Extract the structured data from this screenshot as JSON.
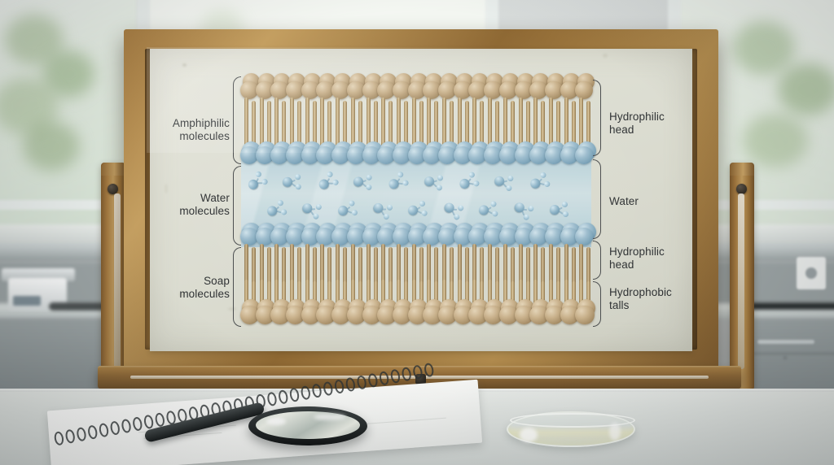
{
  "scene": {
    "title": "Soap bilayer diagram on wooden easel board in a laboratory"
  },
  "poster": {
    "labels_left": [
      {
        "id": "amphiphilic",
        "line1": "Amphiphilic",
        "line2": "molecules"
      },
      {
        "id": "water",
        "line1": "Water",
        "line2": "molecules"
      },
      {
        "id": "soap",
        "line1": "Soap",
        "line2": "molecules"
      }
    ],
    "labels_right": [
      {
        "id": "hydrophilic-head-top",
        "line1": "Hydrophilic",
        "line2": "head"
      },
      {
        "id": "water",
        "line1": "Water",
        "line2": ""
      },
      {
        "id": "hydrophilic-head-bottom",
        "line1": "Hydrophilic",
        "line2": "head"
      },
      {
        "id": "hydrophobic-tails",
        "line1": "Hydrophobic",
        "line2": "talls"
      }
    ],
    "colors": {
      "paper": "#e1e2d7",
      "head_tan": "#c8b08a",
      "head_blue": "#9cbccd",
      "tail": "#d9c49a",
      "water_layer": "#bdd5dd",
      "frame_wood": "#a0763e",
      "label_text": "#2f3234"
    }
  },
  "diagram": {
    "type": "schematic-cross-section",
    "layers": [
      {
        "name": "amphiphilic-top-heads",
        "description": "row of tan hydrophilic head spheres facing up"
      },
      {
        "name": "amphiphilic-tails",
        "description": "hydrophobic tails pointing down"
      },
      {
        "name": "upper-hydrophilic-heads",
        "description": "row of blue-grey head spheres at water surface"
      },
      {
        "name": "water-layer",
        "description": "aqueous region containing free water molecules"
      },
      {
        "name": "lower-hydrophilic-heads",
        "description": "row of blue-grey head spheres at lower water surface"
      },
      {
        "name": "soap-tails",
        "description": "hydrophobic tails pointing down"
      },
      {
        "name": "soap-bottom-heads",
        "description": "row of tan head spheres facing down"
      }
    ],
    "molecule_columns": 23,
    "water_molecule_rows": 2
  },
  "room": {
    "objects": [
      {
        "name": "easel-board",
        "material": "wood"
      },
      {
        "name": "notebook",
        "detail": "spiral-bound"
      },
      {
        "name": "magnifying-glass",
        "detail": "black handle"
      },
      {
        "name": "petri-dish",
        "detail": "glass with pale yellow liquid"
      },
      {
        "name": "lab-balance",
        "detail": "white analytical balance on counter"
      },
      {
        "name": "wall-outlet"
      },
      {
        "name": "window"
      }
    ]
  }
}
